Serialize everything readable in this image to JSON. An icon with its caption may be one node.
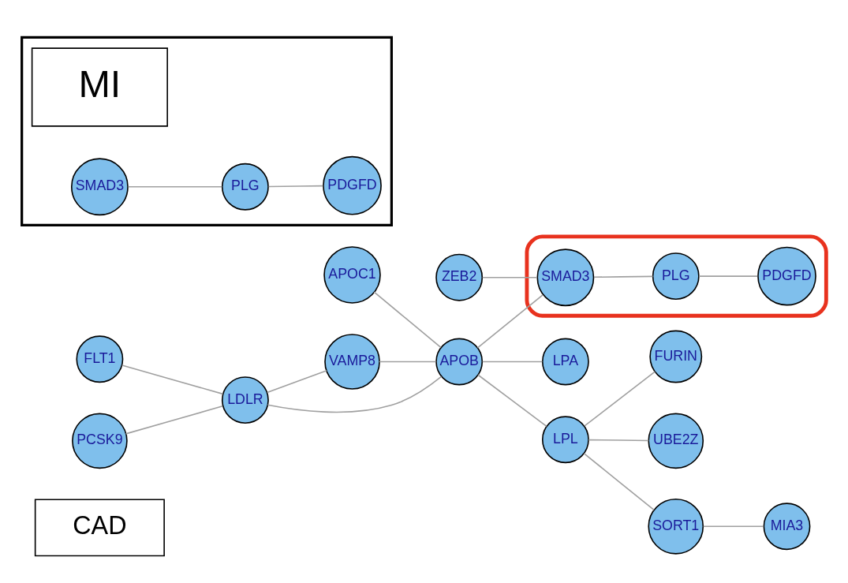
{
  "diagram": {
    "nodes": [
      {
        "text": [
          "CAD"
        ]
      },
      {
        "text": [],
        "shape": "ellipse"
      },
      {
        "text": [
          "PDGFD"
        ],
        "in": 1
      },
      {
        "text": [
          "ZEB2"
        ]
      },
      {
        "text": [
          "PLG"
        ],
        "in": 1
      },
      {
        "text": [
          "SMAD3"
        ],
        "in": 1
      },
      {
        "text": [
          "FLT1"
        ]
      },
      {
        "text": [
          "APOC1"
        ]
      },
      {
        "text": [
          "LDLR"
        ]
      },
      {
        "text": [
          "PCSK9"
        ]
      },
      {
        "text": [
          "VAMP8"
        ]
      },
      {
        "text": [
          "APOB"
        ]
      },
      {
        "text": [
          "LPA"
        ]
      },
      {
        "text": [
          "LPL"
        ]
      },
      {
        "text": [
          "FURIN"
        ]
      },
      {
        "text": [
          "UBE2Z"
        ]
      },
      {
        "text": [
          "SORT1"
        ]
      },
      {
        "text": [
          "MIA3"
        ]
      },
      {
        "text": [],
        "shape": "box"
      },
      {
        "text": [
          "MI"
        ],
        "in": 18
      },
      {
        "text": [
          "PDGFD"
        ],
        "in": 18
      },
      {
        "text": [
          "PLG"
        ],
        "in": 18
      },
      {
        "text": [
          "SMAD3"
        ],
        "in": 18
      }
    ],
    "edges": [
      {
        "from": 6,
        "to": 8,
        "arrow": "none"
      },
      {
        "from": 9,
        "to": 8,
        "arrow": "none"
      },
      {
        "from": 8,
        "to": 10,
        "arrow": "none"
      },
      {
        "from": 8,
        "to": 11,
        "arrow": "none"
      },
      {
        "from": 10,
        "to": 11,
        "arrow": "none"
      },
      {
        "from": 7,
        "to": 11,
        "arrow": "none"
      },
      {
        "from": 11,
        "to": 12,
        "arrow": "none"
      },
      {
        "from": 11,
        "to": 5,
        "arrow": "none"
      },
      {
        "from": 3,
        "to": 5,
        "arrow": "none"
      },
      {
        "from": 5,
        "to": 4,
        "arrow": "none"
      },
      {
        "from": 4,
        "to": 2,
        "arrow": "none"
      },
      {
        "from": 11,
        "to": 13,
        "arrow": "none"
      },
      {
        "from": 13,
        "to": 14,
        "arrow": "none"
      },
      {
        "from": 13,
        "to": 15,
        "arrow": "none"
      },
      {
        "from": 13,
        "to": 16,
        "arrow": "none"
      },
      {
        "from": 16,
        "to": 17,
        "arrow": "none"
      },
      {
        "from": 22,
        "to": 21,
        "arrow": "none"
      },
      {
        "from": 21,
        "to": 20,
        "arrow": "none"
      }
    ]
  }
}
